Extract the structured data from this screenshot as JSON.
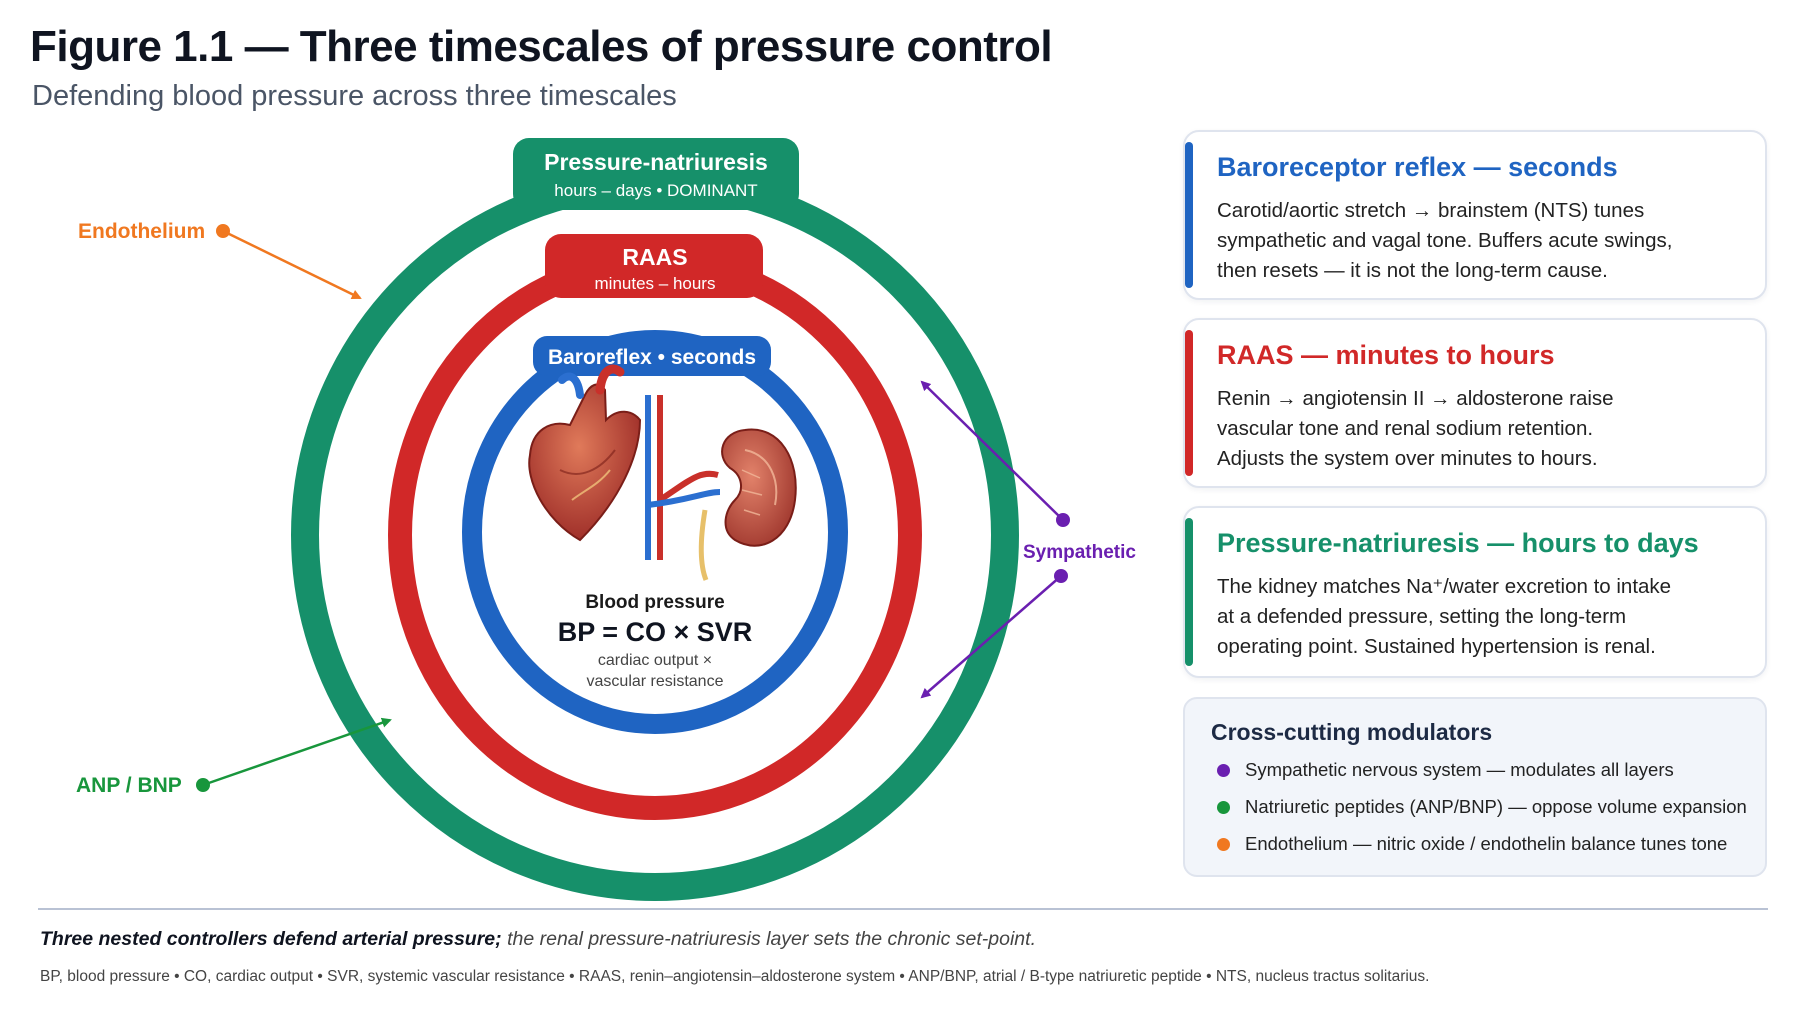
{
  "figure": {
    "title": "Figure 1.1 — Three timescales of pressure control",
    "subtitle": "Defending blood pressure across three timescales"
  },
  "diagram": {
    "outer_ring": {
      "title": "Pressure-natriuresis",
      "subtitle": "hours – days • DOMINANT",
      "color": "#16906a"
    },
    "middle_ring": {
      "title": "RAAS",
      "subtitle": "minutes – hours",
      "color": "#d12828"
    },
    "inner_ring": {
      "title": "Baroreflex • seconds",
      "color": "#1f64c2"
    },
    "center": {
      "heading": "Blood pressure",
      "equation": "BP = CO × SVR",
      "note_line1": "cardiac output ×",
      "note_line2": "vascular resistance"
    },
    "modulators": {
      "endothelium": {
        "label": "Endothelium",
        "color": "#f07820"
      },
      "anp_bnp": {
        "label": "ANP / BNP",
        "color": "#18963c"
      },
      "sympathetic": {
        "label": "Sympathetic",
        "color": "#6a1fb0"
      }
    }
  },
  "cards": [
    {
      "title": "Baroreceptor reflex — seconds",
      "color": "#1f64c2",
      "lines": [
        "Carotid/aortic stretch → brainstem (NTS) tunes",
        "sympathetic and vagal tone. Buffers acute swings,",
        "then resets — it is not the long-term cause."
      ]
    },
    {
      "title": "RAAS — minutes to hours",
      "color": "#d12828",
      "lines": [
        "Renin → angiotensin II → aldosterone raise",
        "vascular tone and renal sodium retention.",
        "Adjusts the system over minutes to hours."
      ]
    },
    {
      "title": "Pressure-natriuresis — hours to days",
      "color": "#16906a",
      "lines": [
        "The kidney matches Na⁺/water excretion to intake",
        "at a defended pressure, setting the long-term",
        "operating point. Sustained hypertension is renal."
      ]
    }
  ],
  "cross_cutting": {
    "title": "Cross-cutting modulators",
    "items": [
      {
        "text": "Sympathetic nervous system — modulates all layers",
        "color": "#6a1fb0"
      },
      {
        "text": "Natriuretic peptides (ANP/BNP) — oppose volume expansion",
        "color": "#18963c"
      },
      {
        "text": "Endothelium — nitric oxide / endothelin balance tunes tone",
        "color": "#f07820"
      }
    ]
  },
  "caption": {
    "bold": "Three nested controllers defend arterial pressure;",
    "rest": " the renal pressure-natriuresis layer sets the chronic set-point."
  },
  "abbreviations": "BP, blood pressure • CO, cardiac output • SVR, systemic vascular resistance • RAAS, renin–angiotensin–aldosterone system • ANP/BNP, atrial / B-type natriuretic peptide • NTS, nucleus tractus solitarius."
}
